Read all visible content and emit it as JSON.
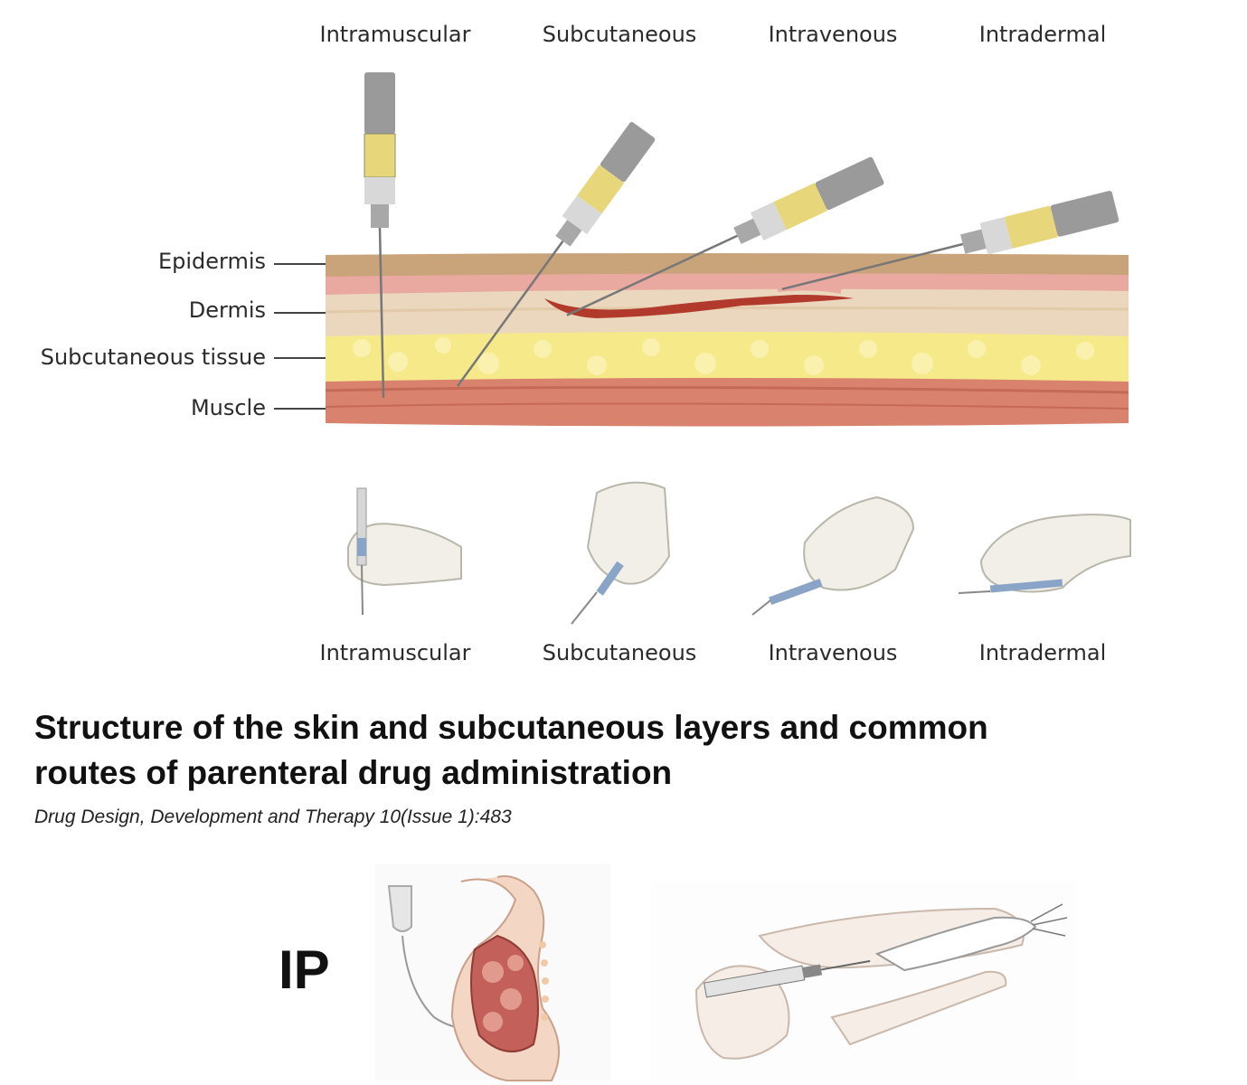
{
  "routes_top": [
    "Intramuscular",
    "Subcutaneous",
    "Intravenous",
    "Intradermal"
  ],
  "layers": [
    "Epidermis",
    "Dermis",
    "Subcutaneous tissue",
    "Muscle"
  ],
  "routes_bottom": [
    "Intramuscular",
    "Subcutaneous",
    "Intravenous",
    "Intradermal"
  ],
  "title": {
    "line1": "Structure of the skin and subcutaneous layers and common",
    "line2": "routes of parenteral drug administration"
  },
  "citation": "Drug Design, Development and Therapy 10(Issue 1):483",
  "ip_label": "IP",
  "colors": {
    "epidermis": "#c9a37a",
    "dermis_pink": "#e9a9a0",
    "dermis_tan": "#ead7bd",
    "fat": "#f6e98a",
    "muscle": "#d9826e",
    "vein": "#b23a2c",
    "syringe_yellow": "#e7d77a",
    "syringe_gray": "#9a9a9a"
  }
}
